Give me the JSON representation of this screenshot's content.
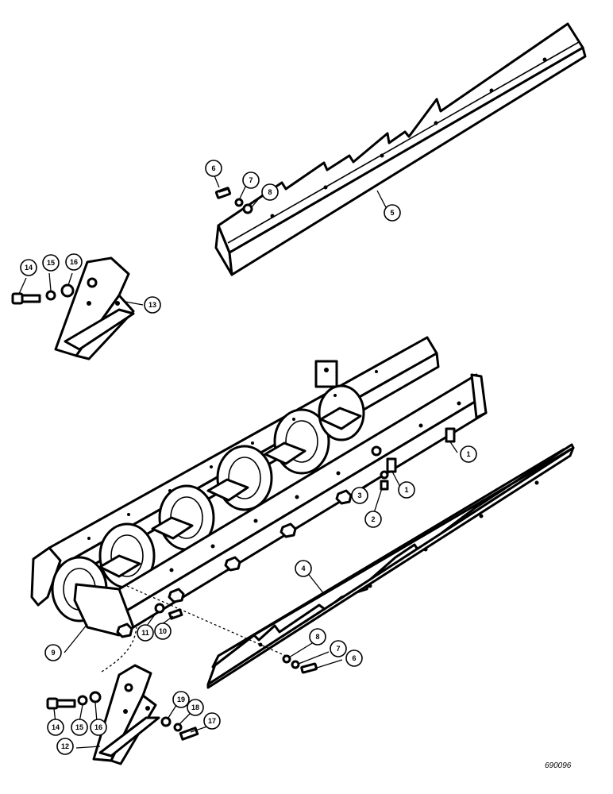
{
  "callouts": [
    "1",
    "1",
    "2",
    "3",
    "4",
    "5",
    "6",
    "7",
    "8",
    "6",
    "7",
    "8",
    "9",
    "10",
    "11",
    "12",
    "13",
    "14",
    "15",
    "16",
    "14",
    "15",
    "16",
    "17",
    "18",
    "19"
  ],
  "catalog_number": "690096"
}
